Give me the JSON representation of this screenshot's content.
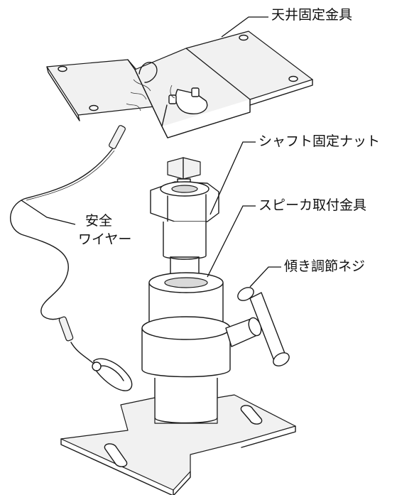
{
  "labels": {
    "ceiling_bracket": "天井固定金具",
    "shaft_nut": "シャフト固定ナット",
    "speaker_bracket": "スピーカ取付金具",
    "safety_wire_line1": "安全",
    "safety_wire_line2": "ワイヤー",
    "angle_screw": "傾き調節ネジ"
  }
}
